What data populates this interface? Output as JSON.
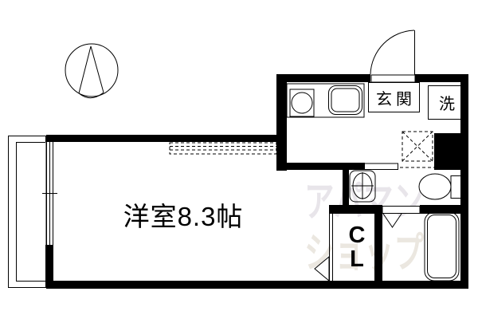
{
  "page": {
    "title": "floor-plan",
    "background": "#ffffff"
  },
  "colors": {
    "bg": "#ffffff",
    "line": "#000000",
    "watermark_top": "#e8e5ea",
    "watermark_bottom": "#ebe7e0"
  },
  "labels": {
    "entrance": "玄関",
    "laundry": "洗",
    "main_room": "洋室8.3帖",
    "closet_line1": "C",
    "closet_line2": "L"
  },
  "watermark": {
    "line1": "アパマン",
    "line2": "ショップ"
  },
  "icons": {
    "compass": "north-arrow-in-circle",
    "entry_door": "quarter-circle-door-swing",
    "stove_burner": "circle-in-box",
    "kitchen_sink": "double-rounded-rect",
    "range_hood": "dashed-rect",
    "refrigerator_space": "dashed-x-box",
    "pipe_space": "solid-x-box",
    "washbasin": "oval-with-cross",
    "toilet": "oval-with-tank",
    "bathtub": "double-rounded-rect",
    "closet_door_marker": "left-triangle",
    "folding_door_marker": "v-shape",
    "window": "triple-line",
    "balcony": "thin-double-rect"
  }
}
